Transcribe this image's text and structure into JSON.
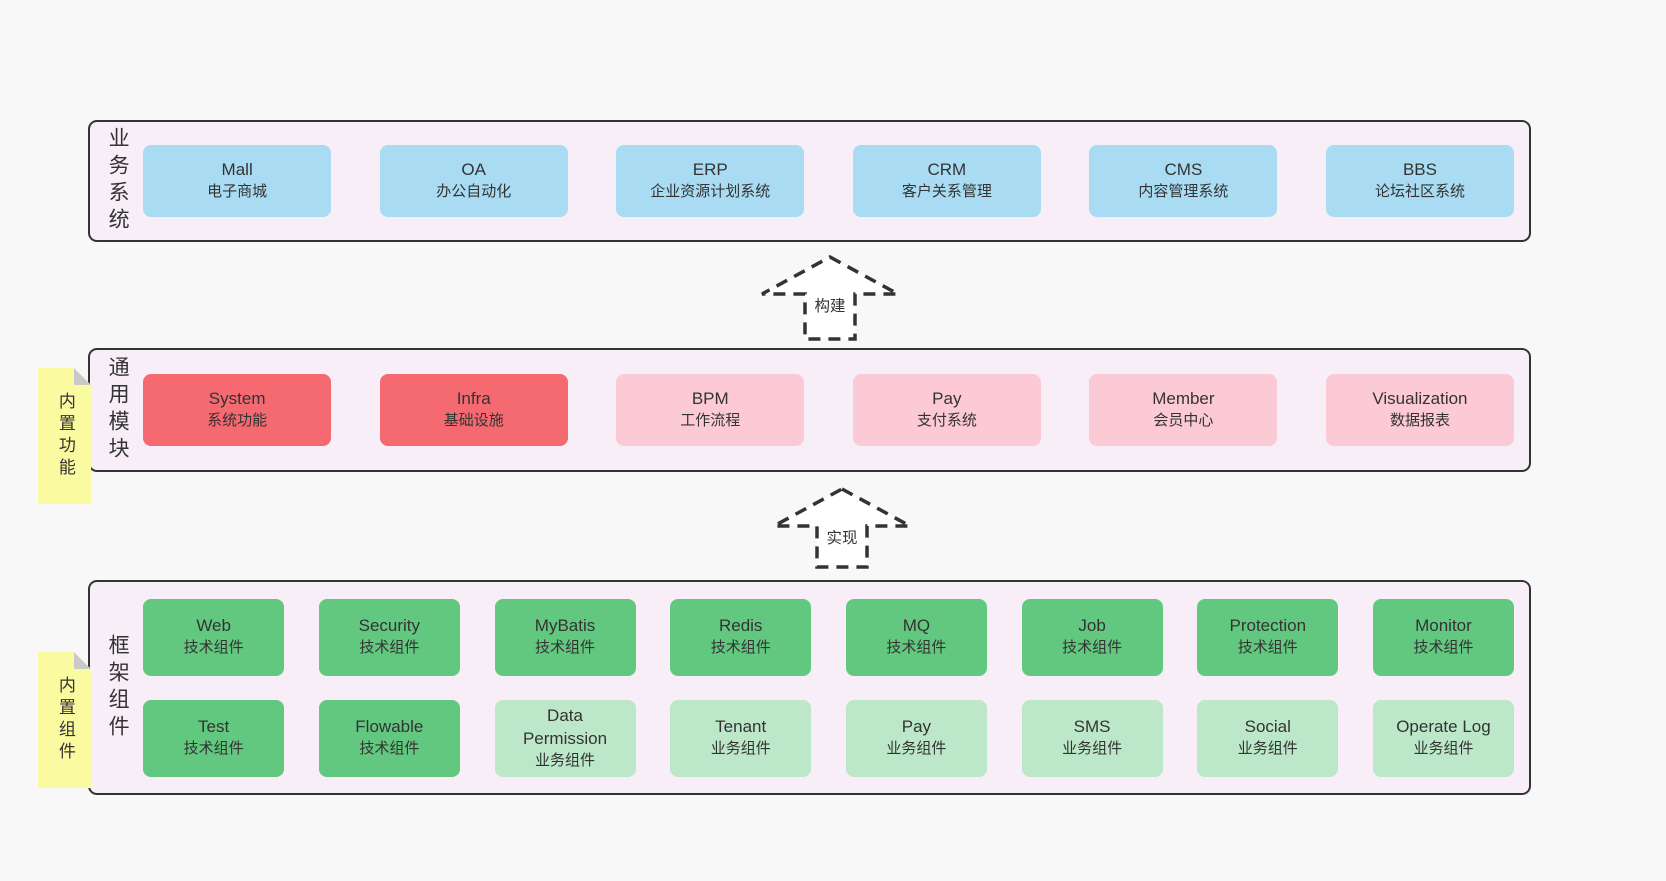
{
  "colors": {
    "page_background": "#f8f8f8",
    "container_fill": "#f8eef7",
    "container_border": "#333333",
    "box_blue": "#a9dcf3",
    "box_red": "#f56a70",
    "box_pink": "#fccad4",
    "box_green": "#63c87f",
    "box_green_light": "#bce7c9",
    "sticky_yellow": "#fafaa0",
    "sticky_fold_gray": "#c9c9c9",
    "text": "#333333"
  },
  "arrows": [
    {
      "label": "构建"
    },
    {
      "label": "实现"
    }
  ],
  "sections": {
    "business": {
      "side_label": "业务系统",
      "boxes": [
        {
          "title": "Mall",
          "subtitle": "电子商城",
          "variant": "blue"
        },
        {
          "title": "OA",
          "subtitle": "办公自动化",
          "variant": "blue"
        },
        {
          "title": "ERP",
          "subtitle": "企业资源计划系统",
          "variant": "blue"
        },
        {
          "title": "CRM",
          "subtitle": "客户关系管理",
          "variant": "blue"
        },
        {
          "title": "CMS",
          "subtitle": "内容管理系统",
          "variant": "blue"
        },
        {
          "title": "BBS",
          "subtitle": "论坛社区系统",
          "variant": "blue"
        }
      ]
    },
    "modules": {
      "side_label": "通用模块",
      "sticky_label": "内置功能",
      "boxes": [
        {
          "title": "System",
          "subtitle": "系统功能",
          "variant": "red"
        },
        {
          "title": "Infra",
          "subtitle": "基础设施",
          "variant": "red"
        },
        {
          "title": "BPM",
          "subtitle": "工作流程",
          "variant": "pink"
        },
        {
          "title": "Pay",
          "subtitle": "支付系统",
          "variant": "pink"
        },
        {
          "title": "Member",
          "subtitle": "会员中心",
          "variant": "pink"
        },
        {
          "title": "Visualization",
          "subtitle": "数据报表",
          "variant": "pink"
        }
      ]
    },
    "framework": {
      "side_label": "框架组件",
      "sticky_label": "内置组件",
      "rows": {
        "r1": [
          {
            "title": "Web",
            "subtitle": "技术组件",
            "variant": "green"
          },
          {
            "title": "Security",
            "subtitle": "技术组件",
            "variant": "green"
          },
          {
            "title": "MyBatis",
            "subtitle": "技术组件",
            "variant": "green"
          },
          {
            "title": "Redis",
            "subtitle": "技术组件",
            "variant": "green"
          },
          {
            "title": "MQ",
            "subtitle": "技术组件",
            "variant": "green"
          },
          {
            "title": "Job",
            "subtitle": "技术组件",
            "variant": "green"
          },
          {
            "title": "Protection",
            "subtitle": "技术组件",
            "variant": "green"
          },
          {
            "title": "Monitor",
            "subtitle": "技术组件",
            "variant": "green"
          }
        ],
        "r2": [
          {
            "title": "Test",
            "subtitle": "技术组件",
            "variant": "green"
          },
          {
            "title": "Flowable",
            "subtitle": "技术组件",
            "variant": "green"
          },
          {
            "title": "Data Permission",
            "subtitle": "业务组件",
            "variant": "green-light"
          },
          {
            "title": "Tenant",
            "subtitle": "业务组件",
            "variant": "green-light"
          },
          {
            "title": "Pay",
            "subtitle": "业务组件",
            "variant": "green-light"
          },
          {
            "title": "SMS",
            "subtitle": "业务组件",
            "variant": "green-light"
          },
          {
            "title": "Social",
            "subtitle": "业务组件",
            "variant": "green-light"
          },
          {
            "title": "Operate Log",
            "subtitle": "业务组件",
            "variant": "green-light"
          }
        ]
      }
    }
  }
}
